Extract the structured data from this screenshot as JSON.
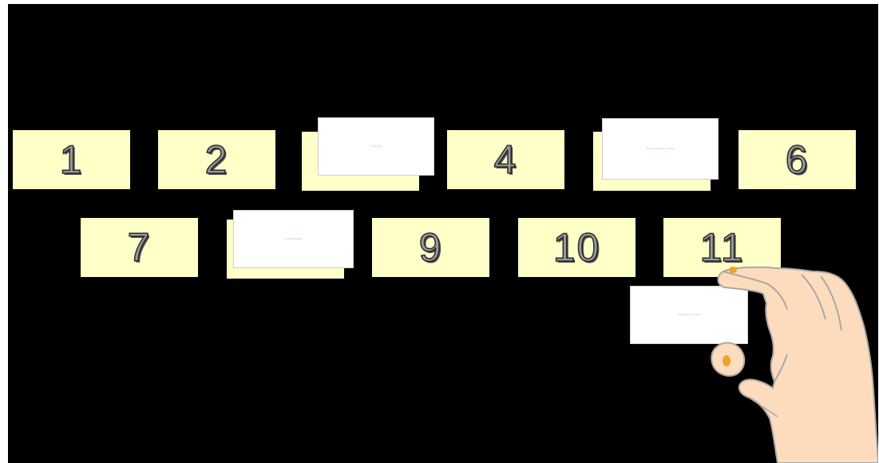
{
  "slots": {
    "s1": {
      "number": "1"
    },
    "s2": {
      "number": "2"
    },
    "s3": {
      "number": ""
    },
    "s4": {
      "number": "4"
    },
    "s5": {
      "number": ""
    },
    "s6": {
      "number": "6"
    },
    "s7": {
      "number": "7"
    },
    "s8": {
      "number": ""
    },
    "s9": {
      "number": "9"
    },
    "s10": {
      "number": "10"
    },
    "s11": {
      "number": "11"
    }
  },
  "cards": {
    "c3": {
      "text": "········"
    },
    "c5": {
      "text": "······ ······ ······"
    },
    "c8": {
      "text": "············"
    },
    "held": {
      "text": "··········· ····"
    }
  },
  "colors": {
    "board": "#000000",
    "slot": "#ffffc8",
    "card": "#ffffff",
    "card_text": "#4b6fd6",
    "hand": "#fddcbe",
    "nail": "#f0a030"
  },
  "icons": {
    "hand": "hand-pointer-icon"
  }
}
